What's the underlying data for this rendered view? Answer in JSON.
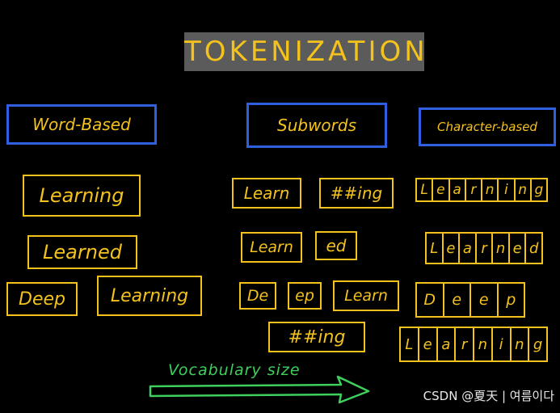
{
  "title": "TOKENIZATION",
  "headers": {
    "word": "Word-Based",
    "subword": "Subwords",
    "character": "Character-based"
  },
  "word_tokens": {
    "r1": "Learning",
    "r2": "Learned",
    "r3a": "Deep",
    "r3b": "Learning"
  },
  "subword_tokens": {
    "r1a": "Learn",
    "r1b": "##ing",
    "r2a": "Learn",
    "r2b": "ed",
    "r3a": "De",
    "r3b": "ep",
    "r3c": "Learn",
    "r4": "##ing"
  },
  "char_tokens": {
    "learning": [
      "L",
      "e",
      "a",
      "r",
      "n",
      "i",
      "n",
      "g"
    ],
    "learned": [
      "L",
      "e",
      "a",
      "r",
      "n",
      "e",
      "d"
    ],
    "deep": [
      "D",
      "e",
      "e",
      "p"
    ],
    "learning2": [
      "L",
      "e",
      "a",
      "r",
      "n",
      "i",
      "n",
      "g"
    ]
  },
  "vocab_label": "Vocabulary size",
  "watermark": "CSDN @夏天 | 여름이다",
  "colors": {
    "accent": "#f4c21c",
    "header_border": "#2f5fe0",
    "arrow": "#3fcf5c",
    "background": "#000000"
  }
}
